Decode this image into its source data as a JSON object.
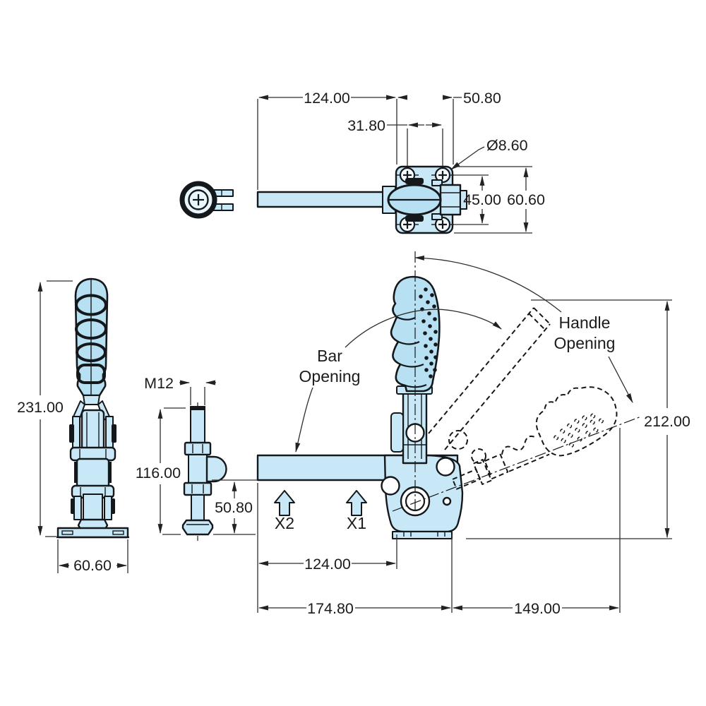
{
  "title": "Vertical toggle clamp technical drawing",
  "colors": {
    "part_fill": "#c9e8f7",
    "grip_fill": "#b7e0f3",
    "outline": "#15181b",
    "dim_line": "#2e2e2e",
    "text": "#1b1b1b",
    "background": "#ffffff"
  },
  "views": {
    "top": {
      "dims": {
        "bar_to_center": "124.00",
        "center_to_edge": "50.80",
        "hole_spacing_x": "31.80",
        "hole_diameter": "Ø8.60",
        "hole_spacing_y": "45.00",
        "plate_width": "60.60"
      }
    },
    "front": {
      "dims": {
        "total_height": "231.00",
        "base_width": "60.60"
      }
    },
    "spindle": {
      "dims": {
        "thread": "M12",
        "length": "116.00",
        "lower_length": "50.80"
      }
    },
    "side": {
      "labels": {
        "bar_opening_1": "Bar",
        "bar_opening_2": "Opening",
        "handle_opening_1": "Handle",
        "handle_opening_2": "Opening",
        "pressure_point_1": "X1",
        "pressure_point_2": "X2"
      },
      "dims": {
        "bar_to_pivot": "124.00",
        "base_length": "174.80",
        "handle_reach": "149.00",
        "open_height": "212.00"
      }
    }
  }
}
